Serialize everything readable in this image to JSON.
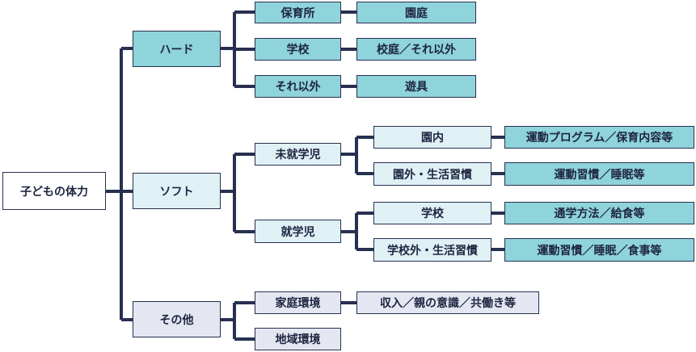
{
  "root": {
    "label": "子どもの体力"
  },
  "categories": {
    "hard": {
      "label": "ハード"
    },
    "soft": {
      "label": "ソフト"
    },
    "other": {
      "label": "その他"
    }
  },
  "hard": {
    "nursery": {
      "label": "保育所",
      "detail": "園庭"
    },
    "school": {
      "label": "学校",
      "detail": "校庭／それ以外"
    },
    "else": {
      "label": "それ以外",
      "detail": "遊具"
    }
  },
  "soft": {
    "preschool": {
      "label": "未就学児",
      "inside": {
        "label": "園内",
        "detail": "運動プログラム／保育内容等"
      },
      "outside": {
        "label": "園外・生活習慣",
        "detail": "運動習慣／睡眠等"
      }
    },
    "schoolage": {
      "label": "就学児",
      "school": {
        "label": "学校",
        "detail": "通学方法／給食等"
      },
      "outside": {
        "label": "学校外・生活習慣",
        "detail": "運動習慣／睡眠／食事等"
      }
    }
  },
  "other": {
    "home": {
      "label": "家庭環境",
      "detail": "収入／親の意識／共働き等"
    },
    "community": {
      "label": "地域環境"
    }
  },
  "colors": {
    "line": "#27304f",
    "teal": "#8fd3db",
    "pale": "#dff1f5",
    "grey": "#e4e7f1",
    "white": "#ffffff"
  }
}
